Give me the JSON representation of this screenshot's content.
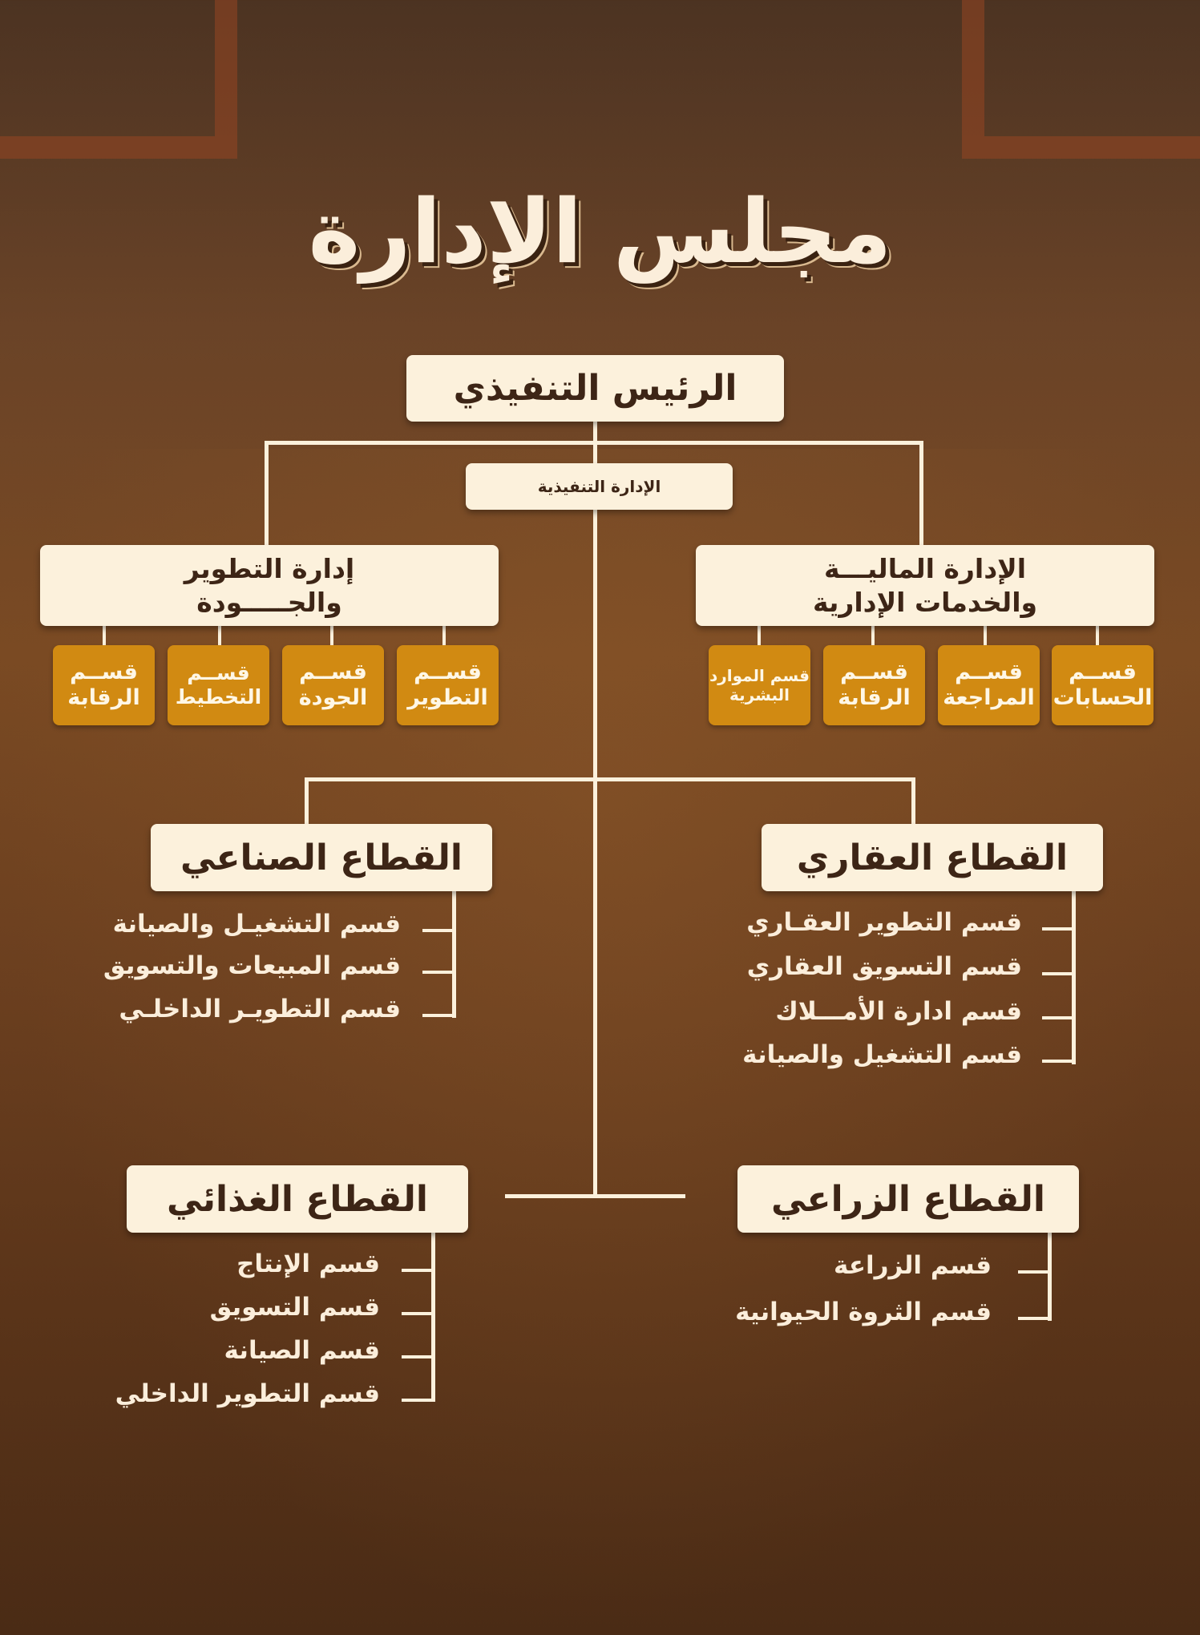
{
  "title": "مجلس الإدارة",
  "ceo": "الرئيس التنفيذي",
  "exec_admin": "الإدارة التنفيذية",
  "finance": {
    "title_line1": "الإدارة الماليـــة",
    "title_line2": "والخدمات الإدارية",
    "units": [
      "قســم الحسابات",
      "قســم المراجعة",
      "قســم الرقابة",
      "قسم الموارد البشرية"
    ]
  },
  "development": {
    "title_line1": "إدارة التطوير",
    "title_line2": "والجـــــودة",
    "units": [
      "قســم التطوير",
      "قســم الجودة",
      "قســم التخطيط",
      "قســم الرقابة"
    ]
  },
  "realestate": {
    "title": "القطاع العقاري",
    "items": [
      "قسم التطوير العقـاري",
      "قسم التسويق العقاري",
      "قسم ادارة الأمـــلاك",
      "قسم التشغيل والصيانة"
    ]
  },
  "industrial": {
    "title": "القطاع الصناعي",
    "items": [
      "قسم التشغيـل والصيانة",
      "قسم المبيعات والتسويق",
      "قسم التطويـر الداخلـي"
    ]
  },
  "agricultural": {
    "title": "القطاع الزراعي",
    "items": [
      "قسم الزراعة",
      "قسم الثروة الحيوانية"
    ]
  },
  "food": {
    "title": "القطاع الغذائي",
    "items": [
      "قسم الإنتاج",
      "قسم التسويق",
      "قسم الصيانة",
      "قسم التطوير الداخلي"
    ]
  },
  "colors": {
    "box": "#fcf1dc",
    "unit": "#d18a12",
    "text": "#3d2516"
  }
}
